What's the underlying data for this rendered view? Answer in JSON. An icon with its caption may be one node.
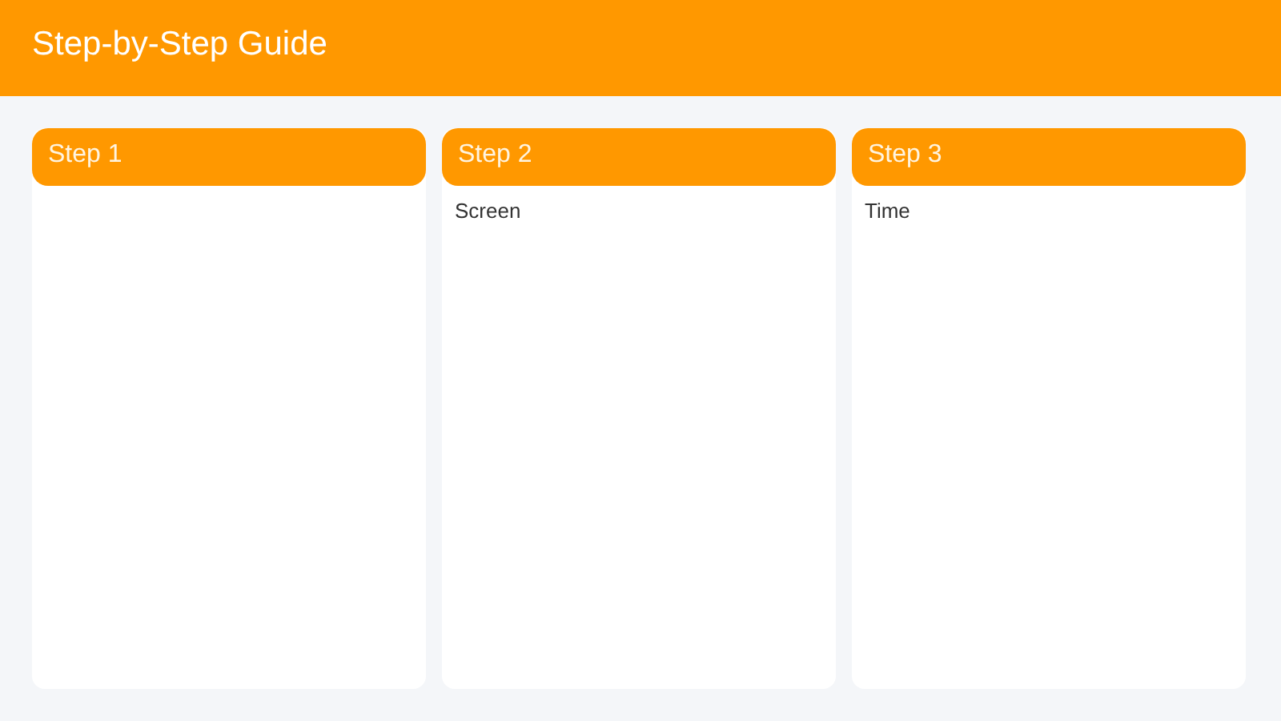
{
  "diagram": {
    "title": "Step-by-Step Guide",
    "nodes": [
      {
        "text": [
          "Step 1"
        ]
      },
      {
        "text": [
          "Step 2",
          "Screen"
        ]
      },
      {
        "text": [
          "Step 3",
          "Time"
        ]
      }
    ]
  }
}
